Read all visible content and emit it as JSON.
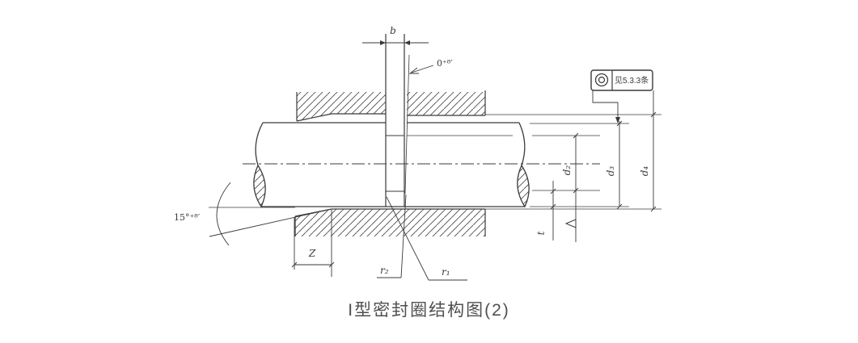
{
  "colors": {
    "line": "#3a3a3a",
    "caption": "#4f4f4f",
    "background": "#ffffff"
  },
  "caption": "I型密封圈结构图(2)",
  "dimensions": {
    "groove_width": "b",
    "groove_taper_angle": "0⁺⁸′",
    "entry_chamfer_angle": "15°⁺⁸′",
    "entry_chamfer_length": "Z",
    "corner_radius_1": "r₁",
    "corner_radius_2": "r₂",
    "depth_t": "t",
    "dia_d2": "d₂",
    "dia_d3": "d₃",
    "dia_d4": "d₄"
  },
  "tolerance_frame": {
    "symbol": "concentricity-icon",
    "note": "见5.3.3条"
  }
}
